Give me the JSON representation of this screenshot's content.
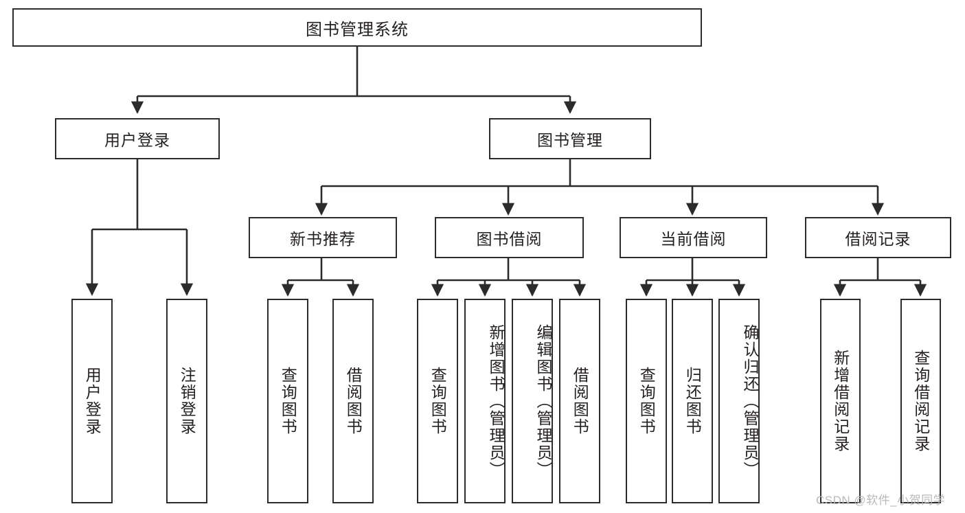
{
  "diagram": {
    "title": "图书管理系统",
    "type": "tree",
    "colors": {
      "background": "#ffffff",
      "box_border": "#2b2b2b",
      "box_fill": "#ffffff",
      "text": "#231f20",
      "connector": "#2b2b2b",
      "watermark": "#b9b9b9"
    },
    "root": {
      "label": "图书管理系统"
    },
    "level2": [
      {
        "label": "用户登录"
      },
      {
        "label": "图书管理"
      }
    ],
    "level3": [
      {
        "label": "新书推荐"
      },
      {
        "label": "图书借阅"
      },
      {
        "label": "当前借阅"
      },
      {
        "label": "借阅记录"
      }
    ],
    "leaves": {
      "user_login": [
        {
          "label": "用户登录"
        },
        {
          "label": "注销登录"
        }
      ],
      "new_book": [
        {
          "label": "查询图书"
        },
        {
          "label": "借阅图书"
        }
      ],
      "book_borrow": [
        {
          "label": "查询图书"
        },
        {
          "label": "新增图书（管理员）"
        },
        {
          "label": "编辑图书（管理员）"
        },
        {
          "label": "借阅图书"
        }
      ],
      "current_borrow": [
        {
          "label": "查询图书"
        },
        {
          "label": "归还图书"
        },
        {
          "label": "确认归还（管理员）"
        }
      ],
      "borrow_record": [
        {
          "label": "新增借阅记录"
        },
        {
          "label": "查询借阅记录"
        }
      ]
    }
  },
  "watermark": {
    "text": "CSDN @软件_小贺同学"
  }
}
